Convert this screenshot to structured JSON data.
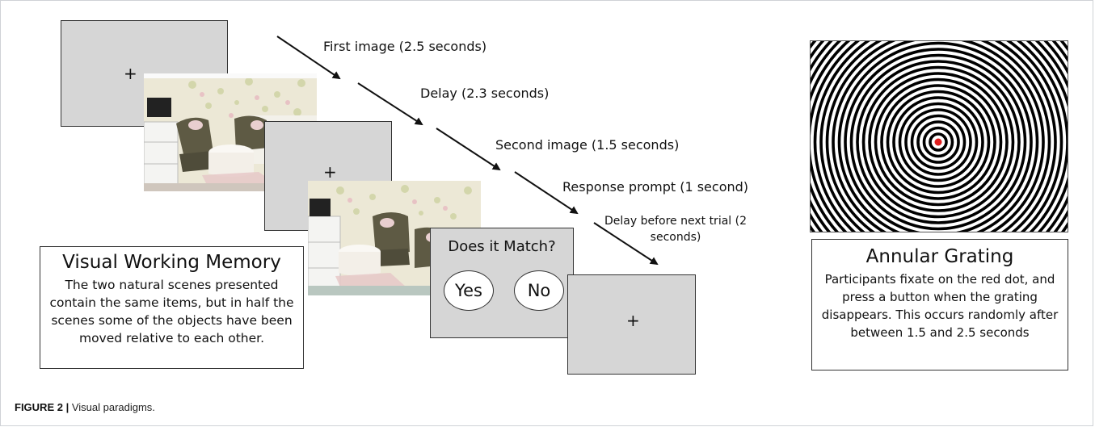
{
  "figure": {
    "label": "FIGURE 2 |",
    "caption": "Visual paradigms."
  },
  "timeline": {
    "fixation_symbol": "+",
    "steps": [
      {
        "label": "First image (2.5 seconds)"
      },
      {
        "label": "Delay (2.3 seconds)"
      },
      {
        "label": "Second image (1.5 seconds)"
      },
      {
        "label": "Response prompt (1 second)"
      },
      {
        "label": "Delay before next trial (2 seconds)"
      }
    ]
  },
  "response_prompt": {
    "question": "Does it Match?",
    "yes": "Yes",
    "no": "No"
  },
  "vwm": {
    "title": "Visual Working Memory",
    "description": "The two natural scenes presented contain the same items, but in half the scenes some of the objects have been moved relative to each other."
  },
  "grating": {
    "title": "Annular Grating",
    "description": "Participants fixate on the red dot, and press a button when the grating disappears. This occurs randomly after between 1.5 and 2.5 seconds",
    "dot_color": "#e02020"
  },
  "colors": {
    "panel_gray": "#d6d6d6",
    "wall": "#ece8d6",
    "chair": "#5e5a44",
    "arrow": "#111111"
  }
}
